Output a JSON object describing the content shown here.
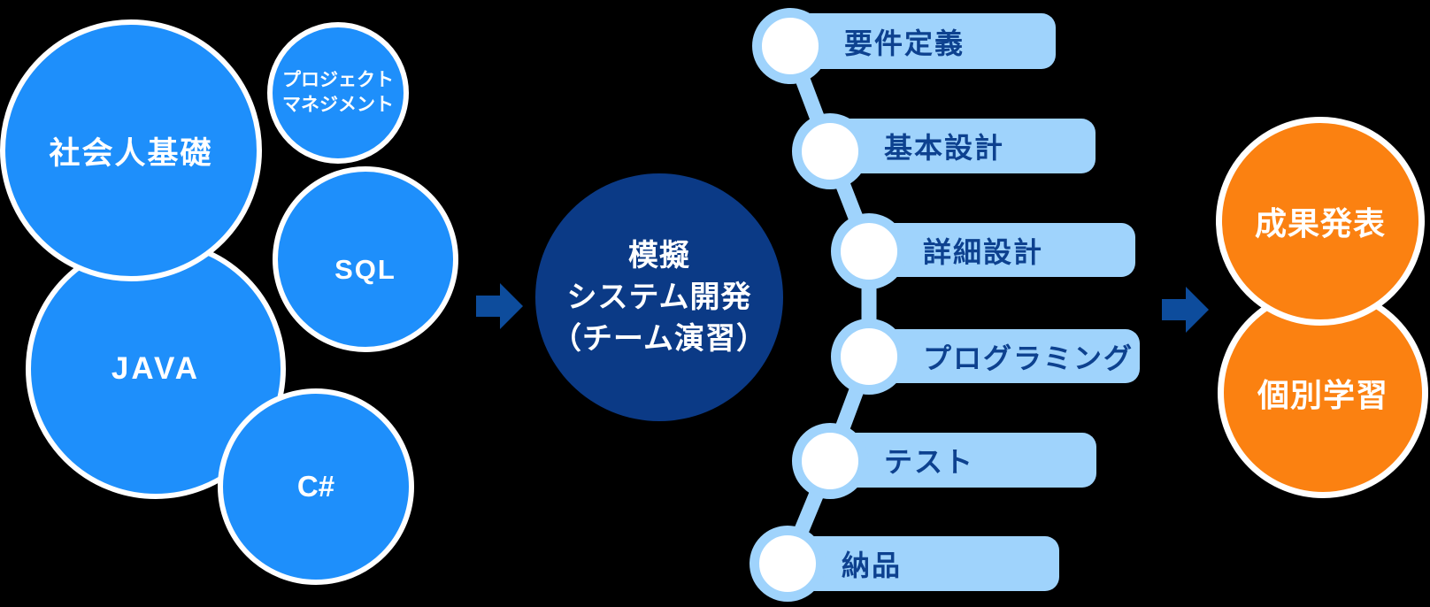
{
  "colors": {
    "background": "#000000",
    "skill_blue": "#1e8ffb",
    "navy_blue": "#0b3a86",
    "light_blue": "#9fd3fc",
    "step_text_blue": "#0d418f",
    "arrow_blue": "#0d4c9c",
    "orange": "#fb8111",
    "white": "#ffffff"
  },
  "skills": {
    "shakaijin": {
      "label": "社会人基礎"
    },
    "pm": {
      "lines": [
        "プロジェクト",
        "マネジメント"
      ]
    },
    "sql": {
      "label": "SQL"
    },
    "java": {
      "label": "JAVA"
    },
    "csharp": {
      "label": "C#"
    }
  },
  "center_circle": {
    "lines": [
      "模擬",
      "システム開発",
      "（チーム演習）"
    ]
  },
  "steps": [
    {
      "label": "要件定義"
    },
    {
      "label": "基本設計"
    },
    {
      "label": "詳細設計"
    },
    {
      "label": "プログラミング"
    },
    {
      "label": "テスト"
    },
    {
      "label": "納品"
    }
  ],
  "outcomes": {
    "top": {
      "label": "成果発表"
    },
    "bottom": {
      "label": "個別学習"
    }
  },
  "icons": {
    "flow_arrow": "right-arrow"
  }
}
